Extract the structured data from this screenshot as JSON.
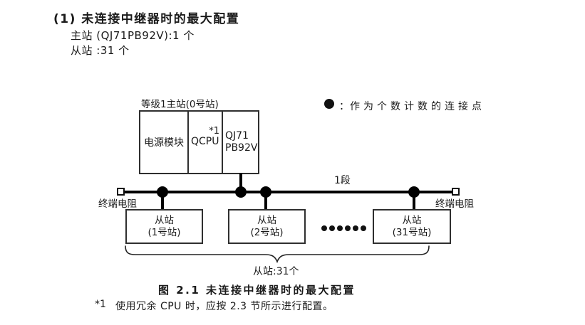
{
  "header": {
    "heading": "(1) 未连接中继器时的最大配置",
    "master_count_line": "主站 (QJ71PB92V):1 个",
    "slave_count_line": "从站 :31 个"
  },
  "diagram": {
    "master_station": {
      "label": "等级1主站(0号站)",
      "modules": {
        "power": "电源模块",
        "cpu": "QCPU",
        "cpu_note_ref": "*1",
        "network_line1": "QJ71",
        "network_line2": "PB92V"
      }
    },
    "legend": {
      "dot_icon": "filled-circle",
      "separator": "：",
      "label": "作为个数计数的连接点"
    },
    "segment_label": "1段",
    "terminators": {
      "left_label": "终端电阻",
      "right_label": "终端电阻"
    },
    "slaves": [
      {
        "line1": "从站",
        "line2": "(1号站)"
      },
      {
        "line1": "从站",
        "line2": "(2号站)"
      },
      {
        "line1": "从站",
        "line2": "(31号站)"
      }
    ],
    "brace_label": "从站:31个"
  },
  "caption": "图 2.1 未连接中继器时的最大配置",
  "footnote": {
    "marker": "*1",
    "text": "使用冗余 CPU 时，应按 2.3 节所示进行配置。"
  },
  "colors": {
    "ink": "#1a1a1a",
    "diagram_line": "#000000",
    "box_border": "#2f2f2f",
    "background": "#ffffff"
  }
}
